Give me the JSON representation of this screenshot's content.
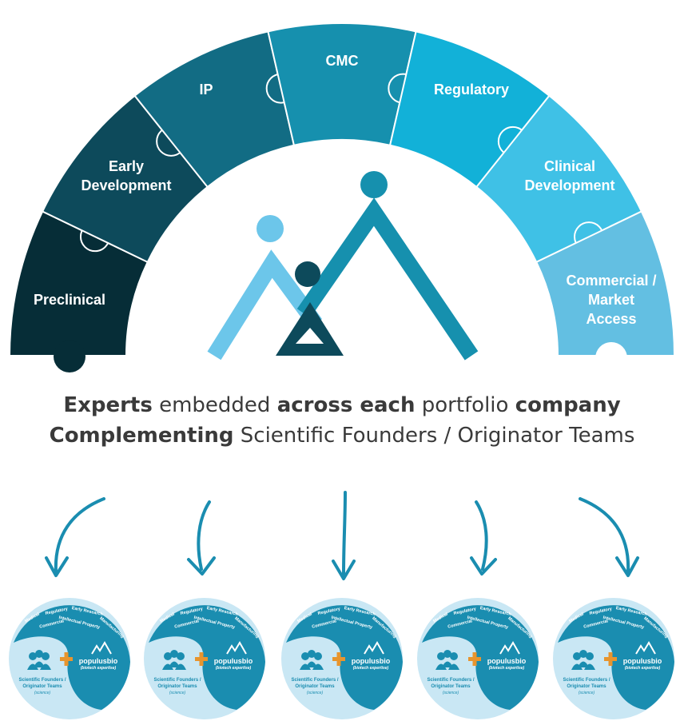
{
  "segments": [
    {
      "lines": [
        "Preclinical"
      ],
      "color": "#062d37"
    },
    {
      "lines": [
        "Early",
        "Development"
      ],
      "color": "#0d4a5b"
    },
    {
      "lines": [
        "IP"
      ],
      "color": "#126c84"
    },
    {
      "lines": [
        "CMC"
      ],
      "color": "#1690ae"
    },
    {
      "lines": [
        "Regulatory"
      ],
      "color": "#12b1d8"
    },
    {
      "lines": [
        "Clinical",
        "Development"
      ],
      "color": "#3fc1e6"
    },
    {
      "lines": [
        "Commercial /",
        "Market",
        "Access"
      ],
      "color": "#63bfe2"
    }
  ],
  "tagline": {
    "line1": [
      {
        "t": "Experts",
        "bold": true
      },
      {
        "t": " embedded ",
        "bold": false
      },
      {
        "t": "across each",
        "bold": true
      },
      {
        "t": " portfolio ",
        "bold": false
      },
      {
        "t": "company",
        "bold": true
      }
    ],
    "line2": [
      {
        "t": "Complementing",
        "bold": true
      },
      {
        "t": " Scientific Founders / Originator Teams",
        "bold": false
      }
    ]
  },
  "company_circle": {
    "arc_words": [
      "Medical",
      "Regulatory",
      "Early Research",
      "Commercial",
      "Intellectual Property",
      "Manufacturing"
    ],
    "left_lines": [
      "Scientific Founders /",
      "Originator Teams"
    ],
    "left_sub": "(science)",
    "brand": "populusbio",
    "brand_sub": "(biotech expertise)",
    "count": 5
  },
  "colors": {
    "arrow": "#1a8db0",
    "logo_light": "#6cc6ea",
    "logo_dark": "#0d4a5b",
    "logo_mid": "#1690ae",
    "circle_light": "#c9e7f4",
    "circle_dark": "#1a8db0",
    "plus": "#e7952e"
  }
}
